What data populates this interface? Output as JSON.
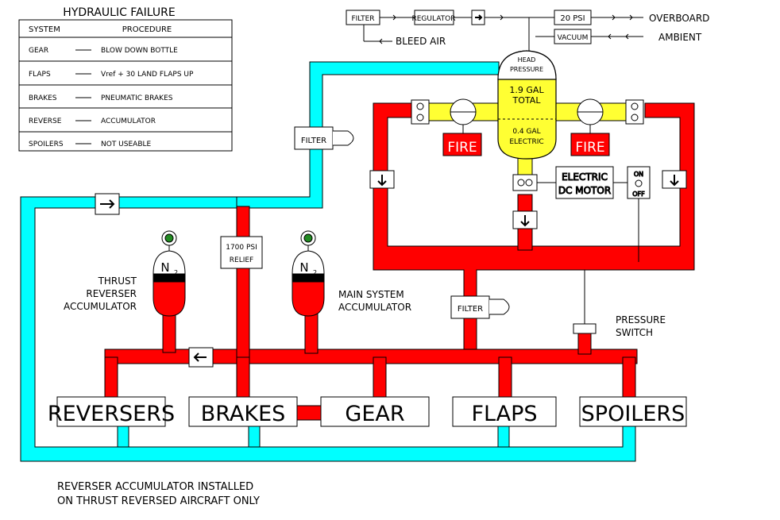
{
  "colors": {
    "pressure": "#ff0000",
    "return": "#00ffff",
    "reservoir": "#ffff33",
    "line": "#000000",
    "background": "#ffffff"
  },
  "failure_table": {
    "title": "HYDRAULIC FAILURE",
    "col_system": "SYSTEM",
    "col_procedure": "PROCEDURE",
    "rows": [
      {
        "system": "GEAR",
        "procedure": "BLOW DOWN BOTTLE"
      },
      {
        "system": "FLAPS",
        "procedure": "Vref + 30 LAND FLAPS UP"
      },
      {
        "system": "BRAKES",
        "procedure": "PNEUMATIC BRAKES"
      },
      {
        "system": "REVERSE",
        "procedure": "ACCUMULATOR"
      },
      {
        "system": "SPOILERS",
        "procedure": "NOT USEABLE"
      }
    ]
  },
  "pressurization": {
    "filter": "FILTER",
    "regulator": "REGULATOR",
    "psi": "20 PSI",
    "vacuum": "VACUUM",
    "bleed_air": "BLEED AIR",
    "overboard": "OVERBOARD",
    "ambient": "AMBIENT"
  },
  "reservoir": {
    "head_line1": "HEAD",
    "head_line2": "PRESSURE",
    "total_line1": "1.9 GAL",
    "total_line2": "TOTAL",
    "elec_line1": "0.4 GAL",
    "elec_line2": "ELECTRIC"
  },
  "labels": {
    "fire": "FIRE",
    "motor_line1": "ELECTRIC",
    "motor_line2": "DC MOTOR",
    "switch_on": "ON",
    "switch_off": "OFF",
    "filter": "FILTER",
    "relief_line1": "1700 PSI",
    "relief_line2": "RELIEF",
    "n2": "N",
    "n2_sub": "2",
    "thrust_acc": [
      "THRUST",
      "REVERSER",
      "ACCUMULATOR"
    ],
    "main_acc": [
      "MAIN SYSTEM",
      "ACCUMULATOR"
    ],
    "pressure_switch": [
      "PRESSURE",
      "SWITCH"
    ]
  },
  "consumers": [
    "REVERSERS",
    "BRAKES",
    "GEAR",
    "FLAPS",
    "SPOILERS"
  ],
  "footnote": [
    "REVERSER ACCUMULATOR INSTALLED",
    "ON THRUST REVERSED AIRCRAFT ONLY"
  ]
}
